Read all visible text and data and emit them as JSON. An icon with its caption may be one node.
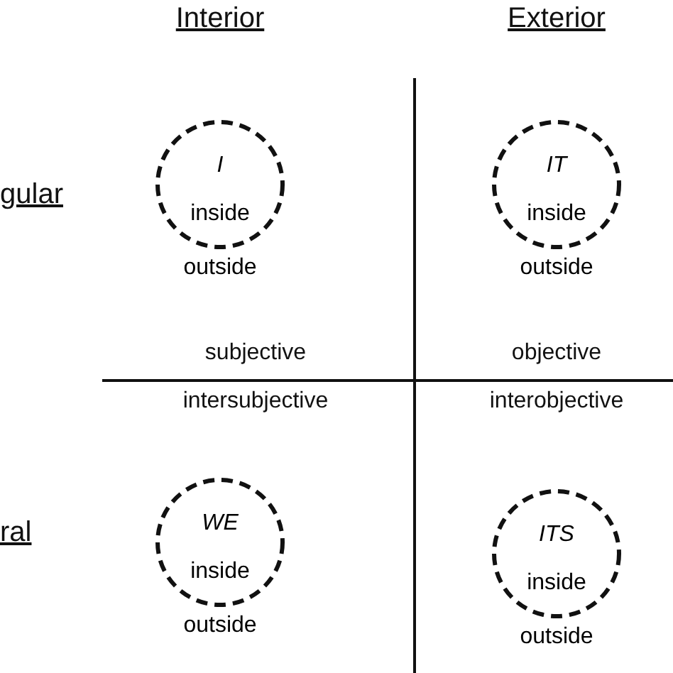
{
  "diagram": {
    "nodes": [
      {
        "text": [
          "I",
          "inside"
        ],
        "beside": [
          "outside"
        ]
      },
      {
        "text": [
          "IT",
          "inside"
        ],
        "beside": [
          "outside"
        ]
      },
      {
        "text": [
          "WE",
          "inside"
        ],
        "beside": [
          "outside"
        ]
      },
      {
        "text": [
          "ITS",
          "inside"
        ],
        "beside": [
          "outside"
        ]
      }
    ],
    "edges": [],
    "labels": [
      "Interior",
      "Exterior",
      "gular",
      "ral",
      "subjective",
      "objective",
      "intersubjective",
      "interobjective"
    ]
  }
}
